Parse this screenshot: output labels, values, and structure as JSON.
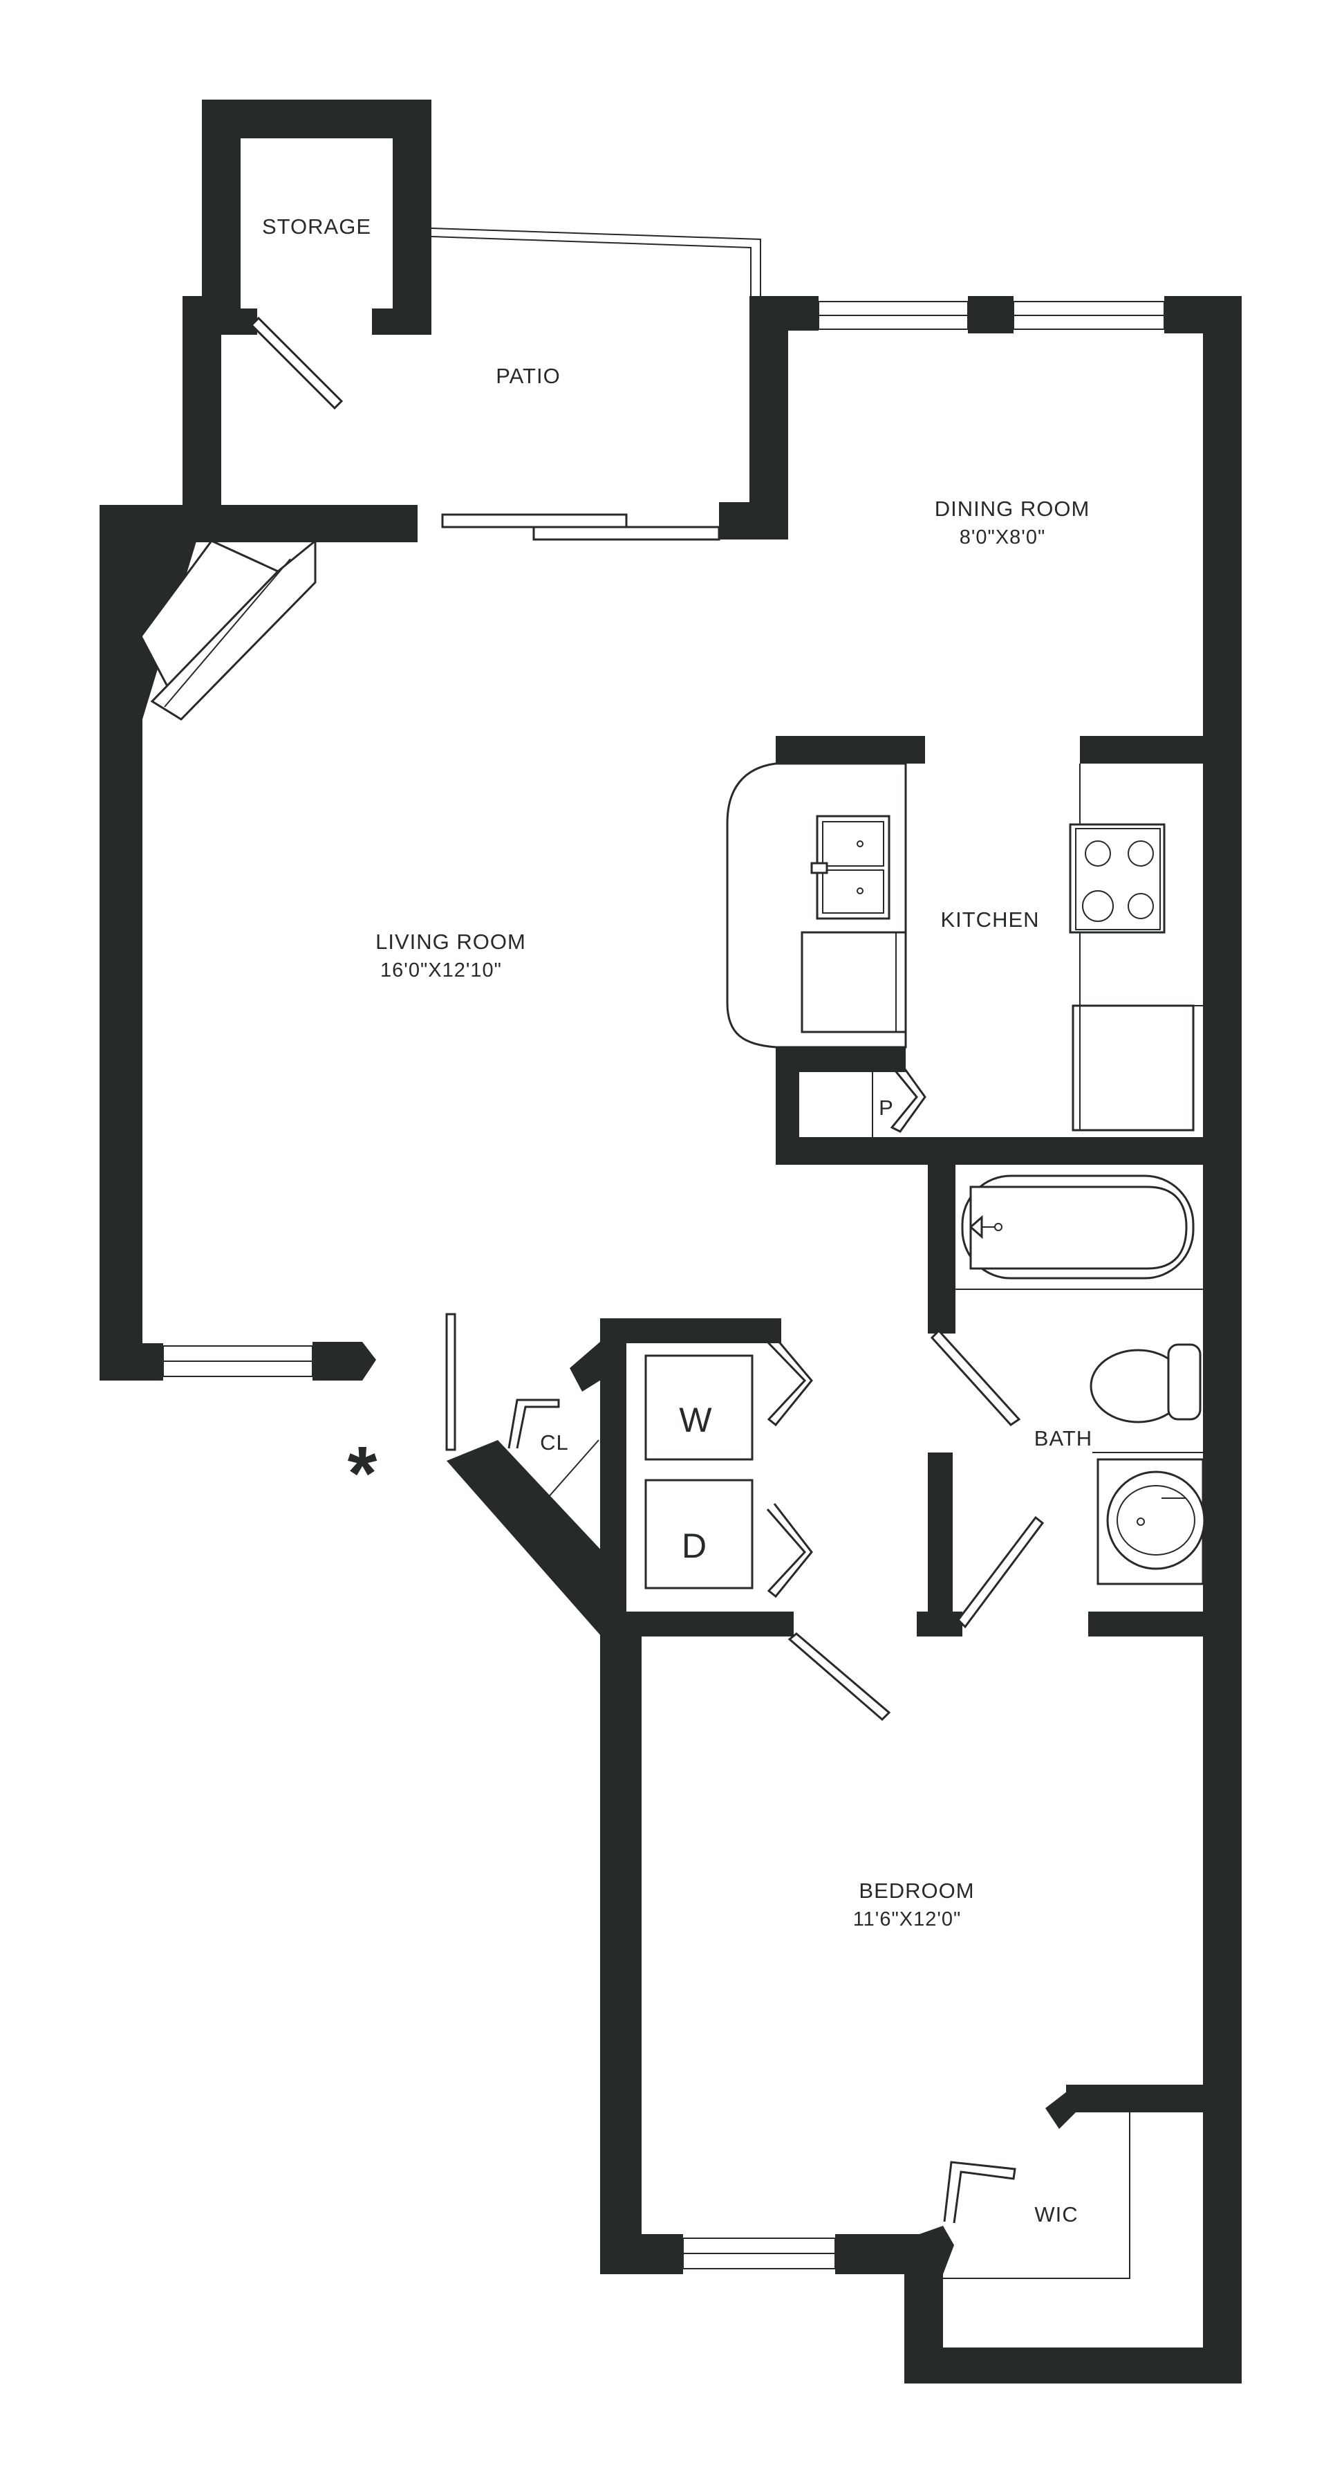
{
  "rooms": {
    "storage": {
      "name": "STORAGE"
    },
    "patio": {
      "name": "PATIO"
    },
    "dining": {
      "name": "DINING ROOM",
      "size": "8'0\"X8'0\""
    },
    "living": {
      "name": "LIVING ROOM",
      "size": "16'0\"X12'10\""
    },
    "kitchen": {
      "name": "KITCHEN"
    },
    "pantry": {
      "name": "P"
    },
    "closet": {
      "name": "CL"
    },
    "washer": {
      "name": "W"
    },
    "dryer": {
      "name": "D"
    },
    "bath": {
      "name": "BATH"
    },
    "bedroom": {
      "name": "BEDROOM",
      "size": "11'6\"X12'0\""
    },
    "wic": {
      "name": "WIC"
    }
  },
  "entry_marker": "*",
  "colors": {
    "wall": "#262a29",
    "background": "#ffffff"
  }
}
